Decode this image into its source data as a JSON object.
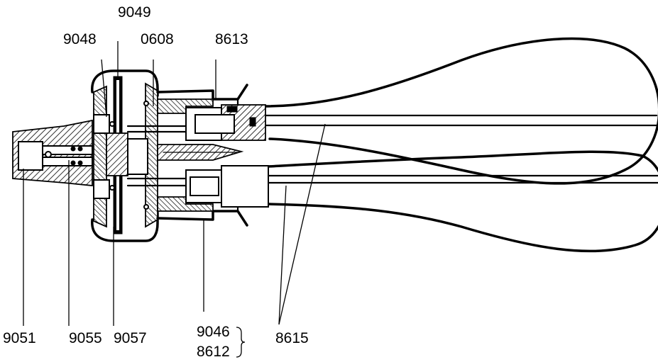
{
  "labels": {
    "p9049": "9049",
    "p9048": "9048",
    "p0608": "0608",
    "p8613": "8613",
    "p9051": "9051",
    "p9055": "9055",
    "p9057": "9057",
    "p9046": "9046",
    "p8612": "8612",
    "p8615": "8615"
  }
}
